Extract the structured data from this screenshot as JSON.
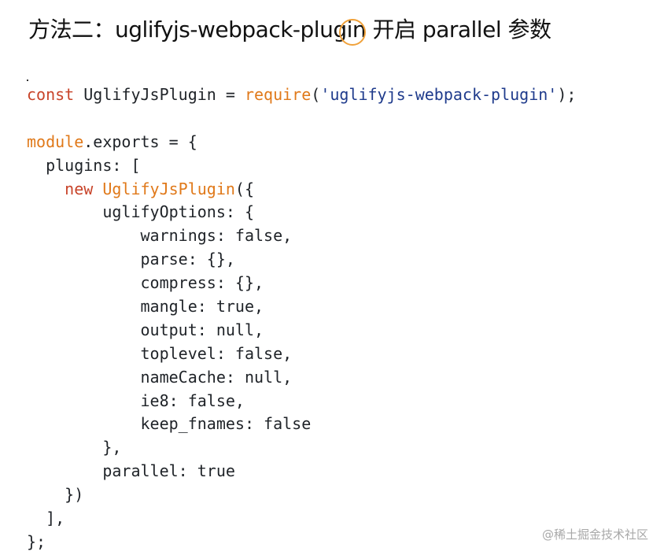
{
  "slide": {
    "title": "方法二：uglifyjs-webpack-plugin 开启 parallel 参数",
    "watermark": "@稀土掘金技术社区"
  },
  "colors": {
    "keyword": "#c8442a",
    "function": "#e0791a",
    "string": "#1f3b8c",
    "text": "#1f2328",
    "cursor_ring": "#f0a13a",
    "watermark": "#a8a8a8"
  },
  "code": {
    "lines": [
      [
        {
          "t": "const",
          "k": "kw"
        },
        {
          "t": " UglifyJsPlugin = "
        },
        {
          "t": "require",
          "k": "fn"
        },
        {
          "t": "("
        },
        {
          "t": "'uglifyjs-webpack-plugin'",
          "k": "str"
        },
        {
          "t": ");"
        }
      ],
      [],
      [
        {
          "t": "module",
          "k": "fn"
        },
        {
          "t": ".exports = {"
        }
      ],
      [
        {
          "t": "  plugins: ["
        }
      ],
      [
        {
          "t": "    "
        },
        {
          "t": "new",
          "k": "kw"
        },
        {
          "t": " "
        },
        {
          "t": "UglifyJsPlugin",
          "k": "fn"
        },
        {
          "t": "({"
        }
      ],
      [
        {
          "t": "        uglifyOptions: {"
        }
      ],
      [
        {
          "t": "            warnings: false,"
        }
      ],
      [
        {
          "t": "            parse: {},"
        }
      ],
      [
        {
          "t": "            compress: {},"
        }
      ],
      [
        {
          "t": "            mangle: true,"
        }
      ],
      [
        {
          "t": "            output: null,"
        }
      ],
      [
        {
          "t": "            toplevel: false,"
        }
      ],
      [
        {
          "t": "            nameCache: null,"
        }
      ],
      [
        {
          "t": "            ie8: false,"
        }
      ],
      [
        {
          "t": "            keep_fnames: false"
        }
      ],
      [
        {
          "t": "        },"
        }
      ],
      [
        {
          "t": "        parallel: true"
        }
      ],
      [
        {
          "t": "    })"
        }
      ],
      [
        {
          "t": "  ],"
        }
      ],
      [
        {
          "t": "};"
        }
      ]
    ]
  }
}
